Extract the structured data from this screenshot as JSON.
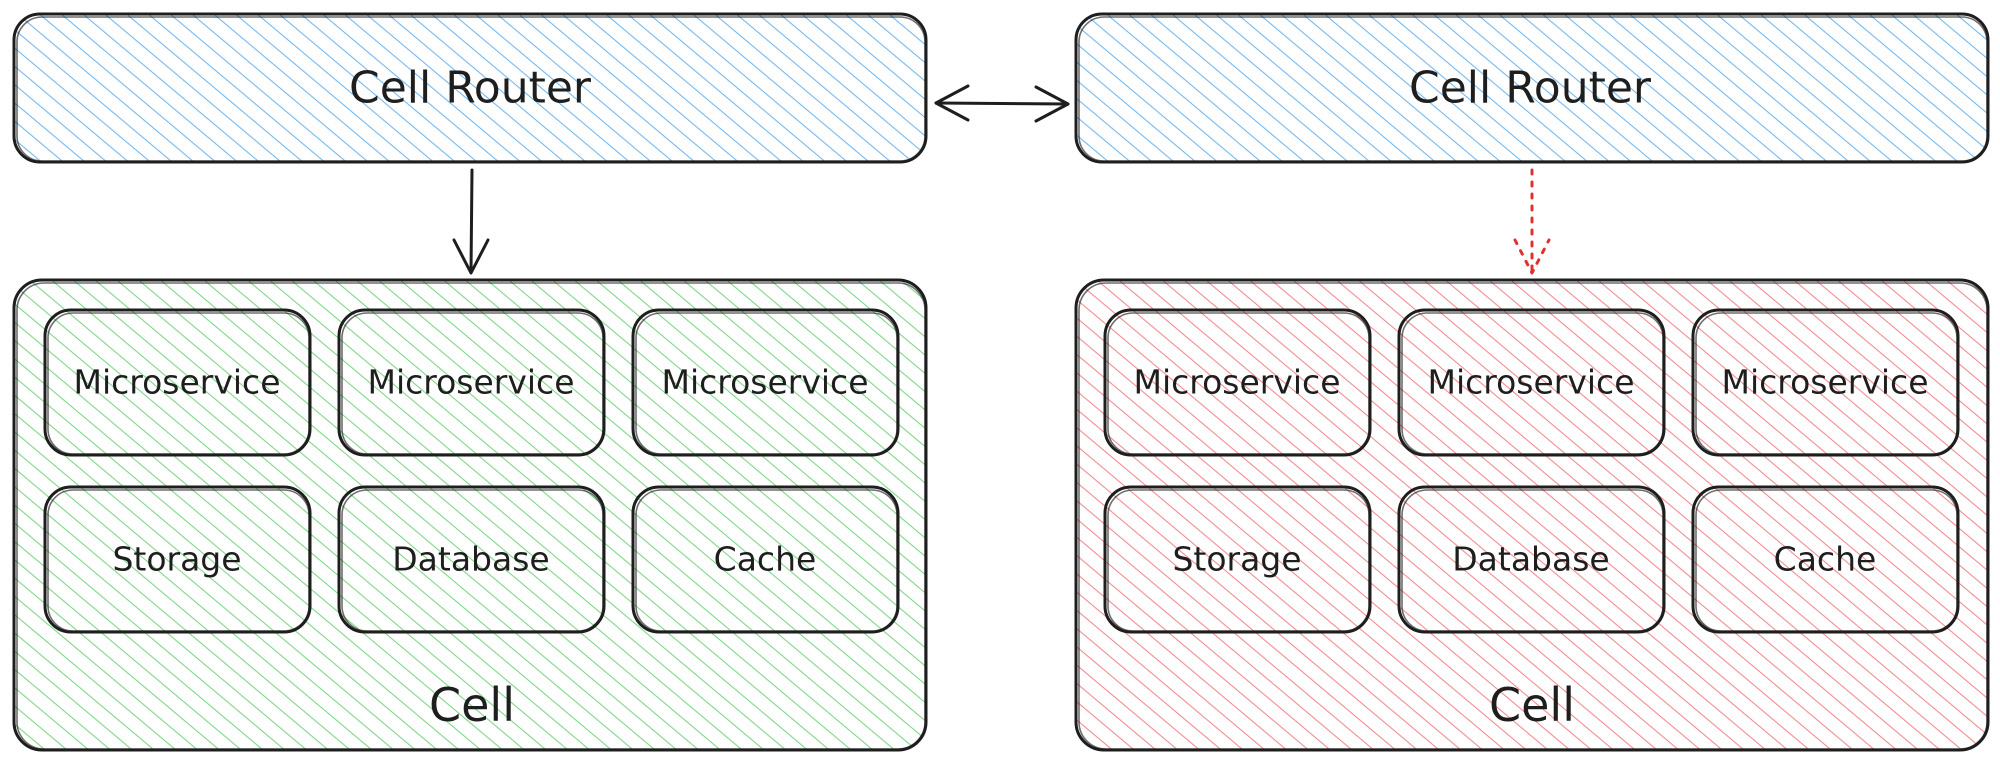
{
  "colors": {
    "router_fill": "#74b9f0",
    "cell_left_fill": "#7fd68a",
    "cell_right_fill": "#f28c93",
    "stroke": "#1e1e1e",
    "dotted_arrow": "#e03131"
  },
  "routers": [
    {
      "label": "Cell Router"
    },
    {
      "label": "Cell Router"
    }
  ],
  "cells": [
    {
      "label": "Cell",
      "services": [
        "Microservice",
        "Microservice",
        "Microservice"
      ],
      "infra": [
        "Storage",
        "Database",
        "Cache"
      ]
    },
    {
      "label": "Cell",
      "services": [
        "Microservice",
        "Microservice",
        "Microservice"
      ],
      "infra": [
        "Storage",
        "Database",
        "Cache"
      ]
    }
  ]
}
